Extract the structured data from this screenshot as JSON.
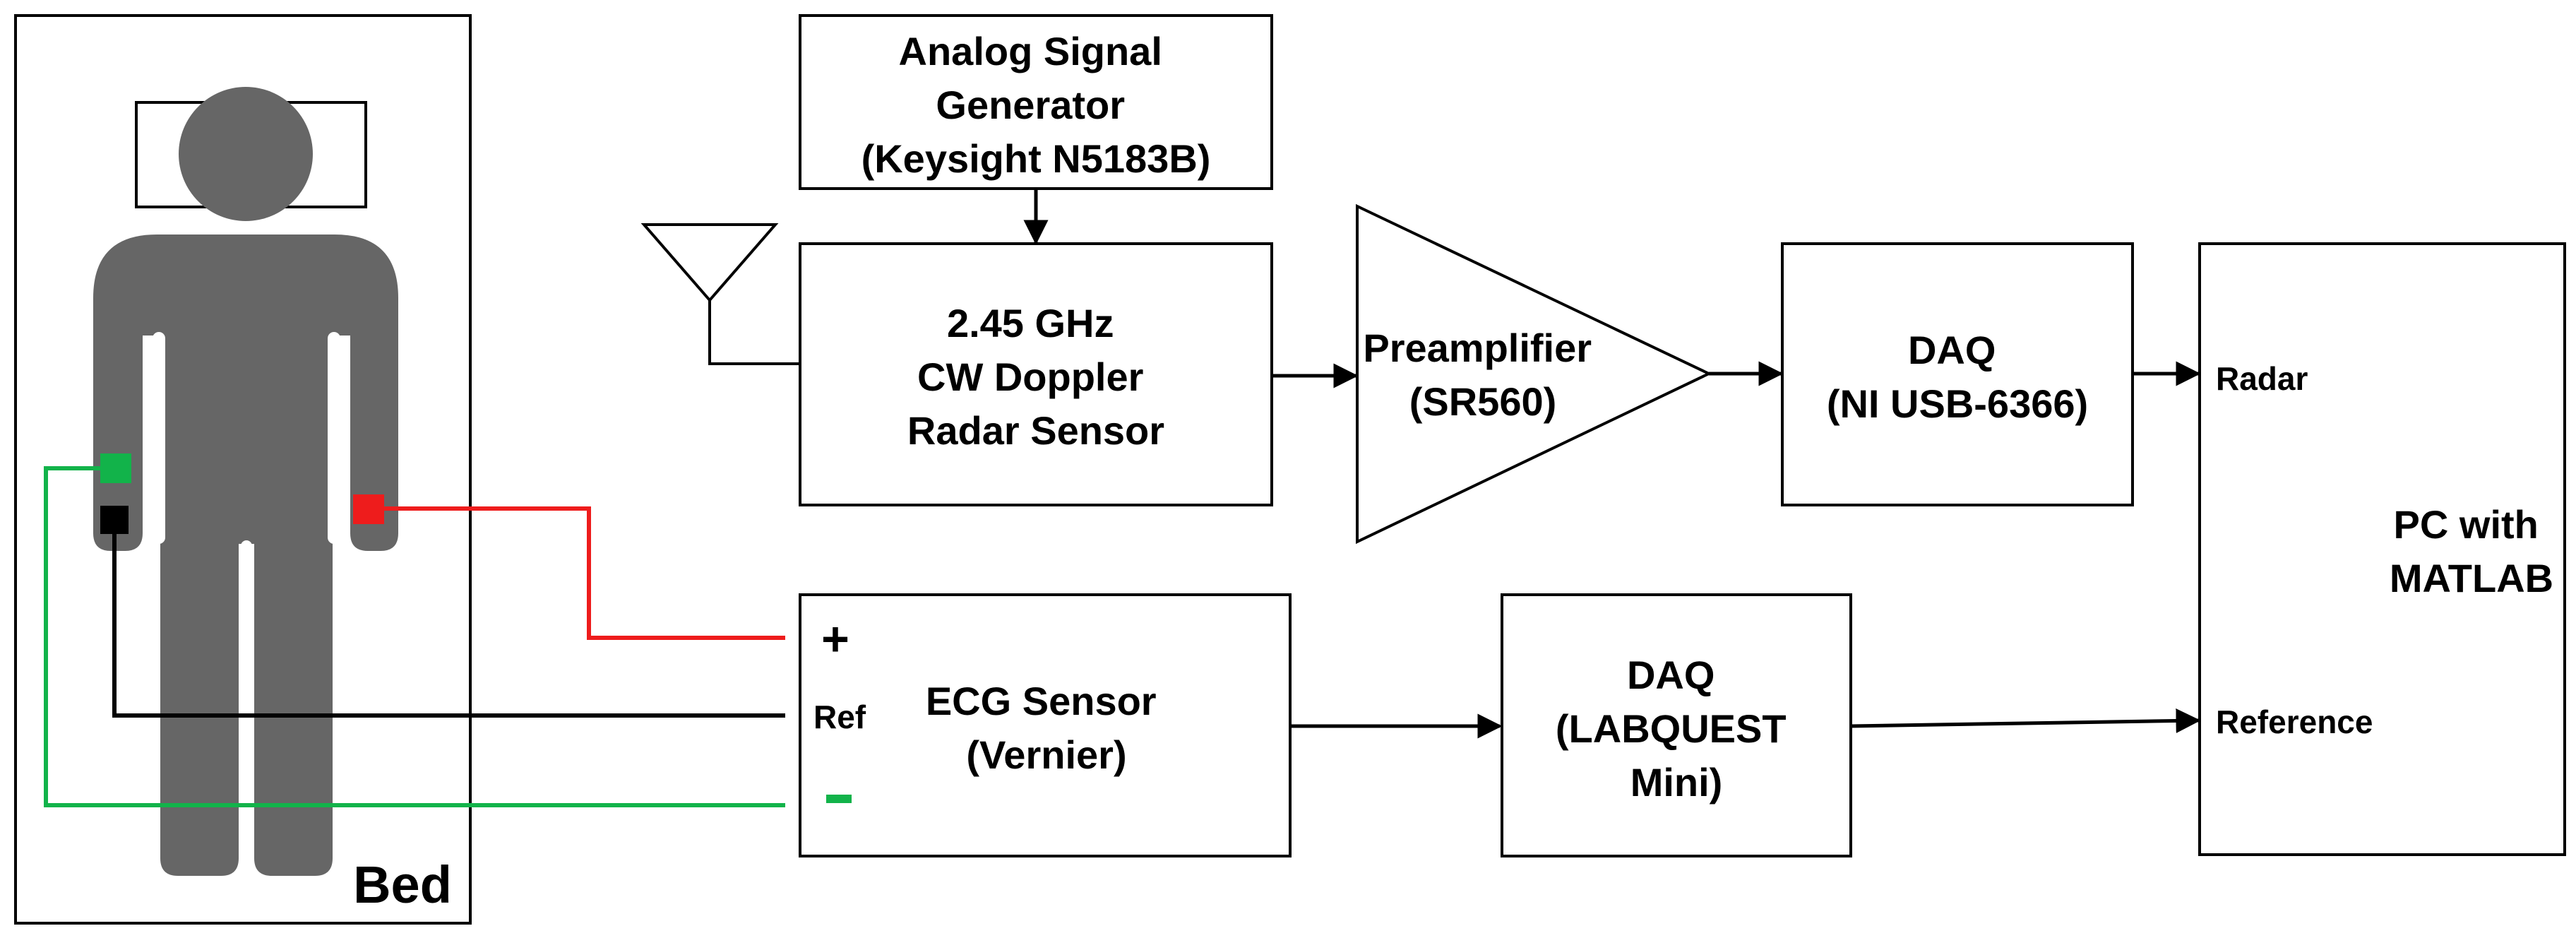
{
  "colors": {
    "positive_lead": "#ee1c1c",
    "negative_lead": "#12b34a",
    "reference_lead": "#000000",
    "person": "#666666",
    "stroke": "#000000"
  },
  "bed": {
    "label": "Bed"
  },
  "blocks": {
    "signal_generator": {
      "lines": [
        "Analog Signal",
        "Generator",
        "(Keysight N5183B)"
      ]
    },
    "radar_sensor": {
      "lines": [
        "2.45 GHz",
        "CW Doppler",
        "Radar Sensor"
      ]
    },
    "preamplifier": {
      "lines": [
        "Preamplifier",
        "(SR560)"
      ]
    },
    "daq_radar": {
      "lines": [
        "DAQ",
        "(NI USB-6366)"
      ]
    },
    "pc": {
      "lines": [
        "PC with",
        "MATLAB"
      ]
    },
    "ecg_sensor": {
      "lines": [
        "ECG Sensor",
        "(Vernier)"
      ]
    },
    "daq_ecg": {
      "lines": [
        "DAQ",
        "(LABQUEST",
        "Mini)"
      ]
    }
  },
  "pc_inputs": {
    "radar": "Radar",
    "reference": "Reference"
  },
  "ecg_terminals": {
    "positive": "+",
    "reference": "Ref",
    "negative": "-"
  },
  "icons": [
    "person-figure-icon",
    "antenna-icon",
    "amplifier-triangle-icon",
    "electrode-icon"
  ]
}
